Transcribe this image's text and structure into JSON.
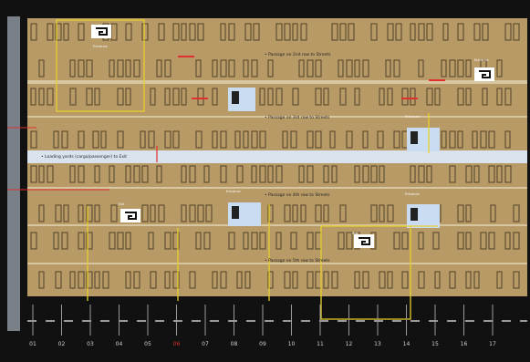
{
  "plan": {
    "colors": {
      "background": "#111111",
      "floor": "#b79a66",
      "corridor": "#d9e3ee",
      "bay_outline": "#5a4a2e",
      "route_yellow": "#e8cf2c",
      "marker_red": "#e03030",
      "road_white": "#e9e9e9"
    },
    "aisle_notes": [
      "• Passage on 2nd row to Streets",
      "• Passage on 3rd row to Streets",
      "• Passage on 4th row to Streets",
      "• Passage on 5th row to Streets",
      "• Loading yards (cargo/passenger) to Exit"
    ],
    "entry_notes": [
      "Entrance",
      "Entrance",
      "Entrance",
      "Entrance",
      "Entrance"
    ],
    "exit_notes": [
      "Exit",
      "Exit"
    ],
    "road_ticks": [
      "01",
      "02",
      "03",
      "04",
      "05",
      "06",
      "07",
      "08",
      "09",
      "10",
      "11",
      "12",
      "13",
      "14",
      "15",
      "16",
      "17"
    ],
    "highlight_tick": "06"
  }
}
